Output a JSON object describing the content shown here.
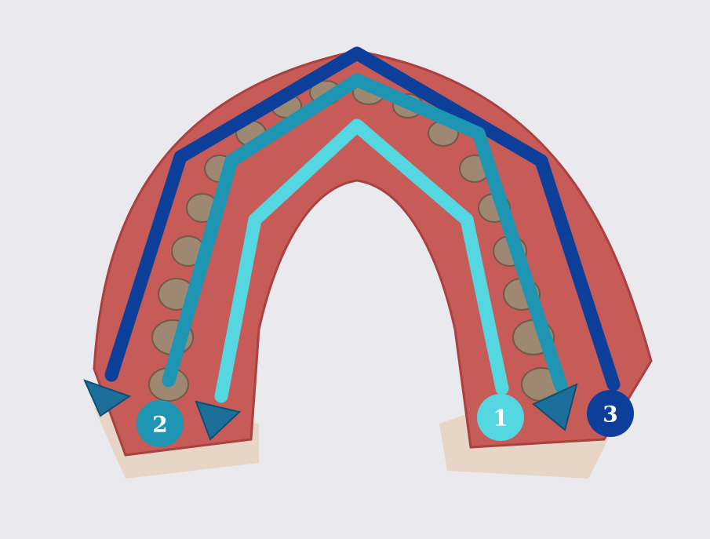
{
  "colors": {
    "background": "#e9e9ee",
    "gum": "#c65b57",
    "gum_dark": "#a8413f",
    "base": "#e7d6c6",
    "tooth": "#9f8871",
    "tooth_shadow": "#6f5b49",
    "path_1": "#55d7e2",
    "path_2": "#1d95b3",
    "path_3": "#0b3f9a",
    "arrow": "#1d6f9b"
  },
  "scan_paths": [
    {
      "label": "1"
    },
    {
      "label": "2"
    },
    {
      "label": "3"
    }
  ]
}
